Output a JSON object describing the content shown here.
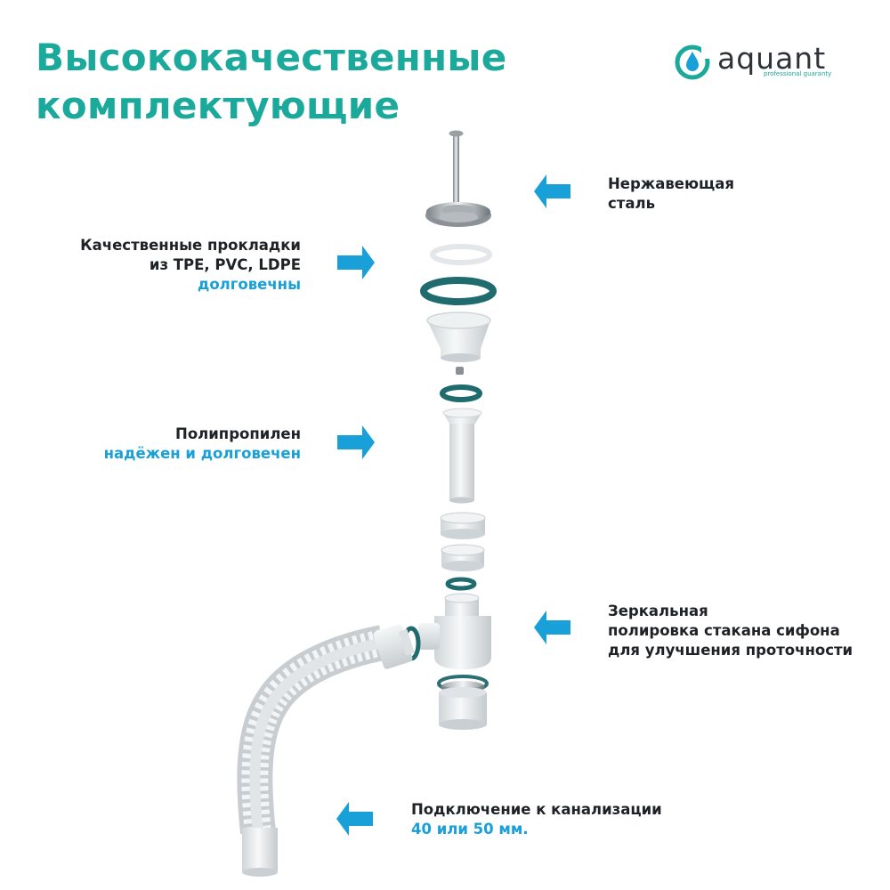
{
  "title": {
    "line1": "Высококачественные",
    "line2": "комплектующие"
  },
  "brand": {
    "name": "aquant",
    "tagline": "professional guaranty"
  },
  "labels": {
    "steel": {
      "line1": "Нержавеющая",
      "line2": "сталь"
    },
    "gaskets": {
      "line1": "Качественные прокладки",
      "line2": "из TPE, PVC, LDPE",
      "highlight": "долговечны"
    },
    "polypropylene": {
      "line1": "Полипропилен",
      "highlight": "надёжен и долговечен"
    },
    "mirror": {
      "line1": "Зеркальная",
      "line2": "полировка стакана сифона",
      "line3": "для улучшения проточности"
    },
    "sewer": {
      "line1": "Подключение к канализации",
      "highlight": "40 или 50 мм."
    }
  },
  "colors": {
    "title": "#1aa99a",
    "arrow": "#1aa0d8",
    "highlight": "#1aa0d8",
    "gasket": "#1f6b6e",
    "plastic": "#e9ecee"
  },
  "icons": [
    "water-drop-logo-icon",
    "arrow-left-icon",
    "arrow-right-icon"
  ]
}
